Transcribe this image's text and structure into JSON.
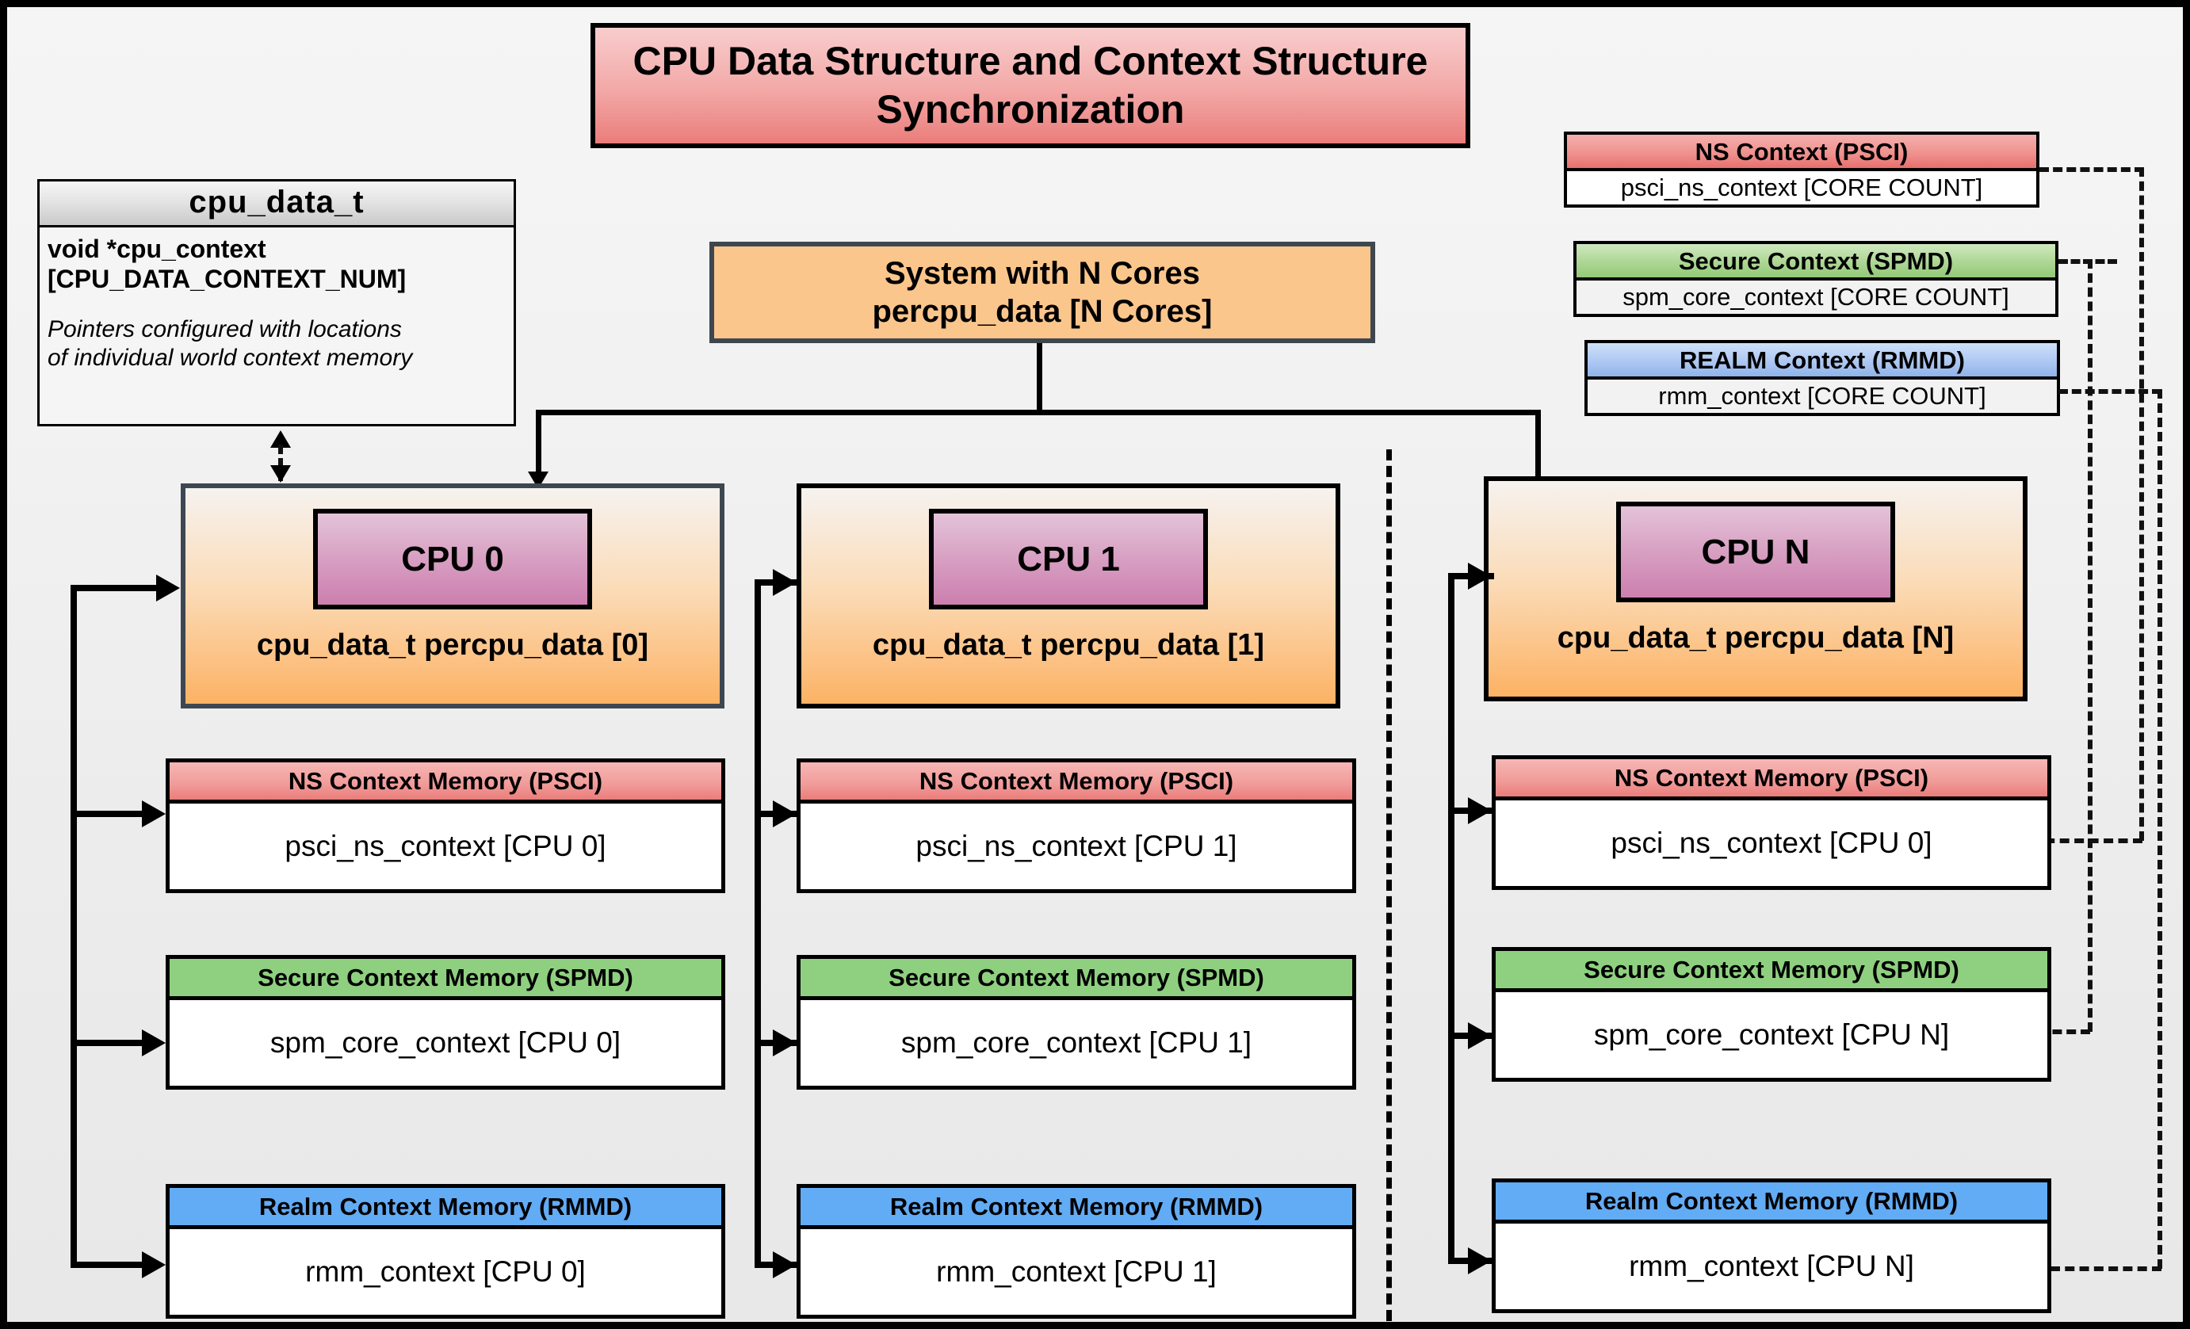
{
  "diagram": {
    "title": "CPU Data Structure and Context Structure Synchronization",
    "system_box": {
      "line1": "System with N Cores",
      "line2": "percpu_data [N Cores]"
    },
    "cpu_data_t": {
      "header": "cpu_data_t",
      "field": "void  *cpu_context [CPU_DATA_CONTEXT_NUM]",
      "field_line1": "void  *cpu_context",
      "field_line2": "[CPU_DATA_CONTEXT_NUM]",
      "note_line1": "Pointers configured with locations",
      "note_line2": "of individual world context memory"
    },
    "global_contexts": [
      {
        "header": "NS Context  (PSCI)",
        "body": "psci_ns_context [CORE COUNT]",
        "kind": "ns",
        "color": "#ea7d7b"
      },
      {
        "header": "Secure Context (SPMD)",
        "body": "spm_core_context [CORE COUNT]",
        "kind": "sec",
        "color": "#93c978"
      },
      {
        "header": "REALM Context (RMMD)",
        "body": "rmm_context [CORE COUNT]",
        "kind": "realm",
        "color": "#8fb3ea"
      }
    ],
    "columns": [
      {
        "chip_label": "CPU 0",
        "percpu_label": "cpu_data_t percpu_data [0]",
        "contexts": [
          {
            "header": "NS Context Memory (PSCI)",
            "body": "psci_ns_context [CPU 0]",
            "kind": "ns"
          },
          {
            "header": "Secure Context Memory (SPMD)",
            "body": "spm_core_context [CPU 0]",
            "kind": "sec"
          },
          {
            "header": "Realm Context Memory (RMMD)",
            "body": "rmm_context [CPU 0]",
            "kind": "realm"
          }
        ]
      },
      {
        "chip_label": "CPU 1",
        "percpu_label": "cpu_data_t percpu_data [1]",
        "contexts": [
          {
            "header": "NS Context Memory (PSCI)",
            "body": "psci_ns_context [CPU 1]",
            "kind": "ns"
          },
          {
            "header": "Secure Context Memory (SPMD)",
            "body": "spm_core_context [CPU 1]",
            "kind": "sec"
          },
          {
            "header": "Realm Context Memory (RMMD)",
            "body": "rmm_context [CPU 1]",
            "kind": "realm"
          }
        ]
      },
      {
        "chip_label": "CPU N",
        "percpu_label": "cpu_data_t percpu_data [N]",
        "contexts": [
          {
            "header": "NS Context Memory (PSCI)",
            "body": "psci_ns_context [CPU 0]",
            "kind": "ns"
          },
          {
            "header": "Secure Context Memory (SPMD)",
            "body": "spm_core_context [CPU N]",
            "kind": "sec"
          },
          {
            "header": "Realm Context Memory (RMMD)",
            "body": "rmm_context [CPU N]",
            "kind": "realm"
          }
        ]
      }
    ],
    "colors": {
      "background": "#eeeeee",
      "title_fill": "#ea7d7b",
      "system_fill": "#fbc68c",
      "cpu_block_fill": "#fcb264",
      "cpu_chip_fill": "#cc7fae",
      "ns_fill": "#ea7d7b",
      "secure_fill": "#8fd080",
      "realm_fill": "#62abf5",
      "border": "#000000"
    }
  }
}
